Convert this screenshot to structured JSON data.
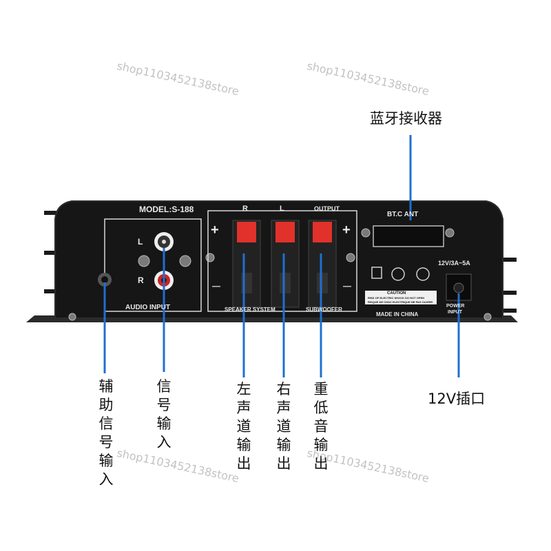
{
  "panel": {
    "model": "MODEL:S-188",
    "channel_r": "R",
    "channel_l": "L",
    "output": "OUTPUT",
    "input_l": "L",
    "input_r": "R",
    "audio_input": "AUDIO INPUT",
    "speaker_system": "SPEAKER SYSTEM",
    "subwoofer": "SUBWOOFER",
    "bt_ant": "BT.C ANT",
    "power_rating": "12V/3A~5A",
    "caution_title": "CAUTION",
    "caution_line1": "RISK OF ELECTRIC SHOCK DO NOT OPEN",
    "caution_line2": "RISQUE DE CHOC ELECTRIQUE NE PAS OUVRIR",
    "made_in": "MADE IN CHINA",
    "power_input_1": "POWER",
    "power_input_2": "INPUT",
    "plus": "+",
    "minus": "—"
  },
  "callouts": {
    "bluetooth_receiver": "蓝牙接收器",
    "aux_input": "辅助信号输入",
    "signal_input": "信号输入",
    "left_output": "左声道输出",
    "right_output": "右声道输出",
    "subwoofer_output": "重低音输出",
    "power_jack": "12V插口"
  },
  "watermark": "shop1103452138store",
  "colors": {
    "callout_line": "#1f6fd1",
    "terminal_red": "#e0322b",
    "panel": "#161616"
  }
}
